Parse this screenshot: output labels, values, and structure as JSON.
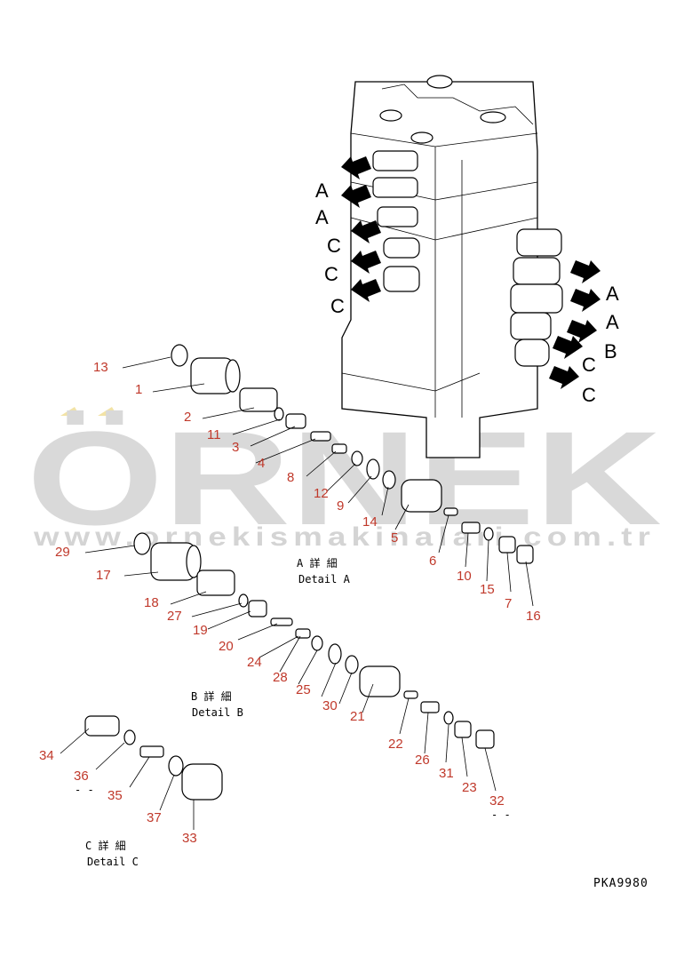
{
  "watermark": {
    "brand": "ÖRNEK",
    "url": "www.ornekismakinalari.com.tr",
    "accent_color": "#f2e3a6"
  },
  "drawing_code": "PKA9980",
  "callouts": [
    "1",
    "2",
    "3",
    "4",
    "5",
    "6",
    "7",
    "8",
    "9",
    "10",
    "11",
    "12",
    "13",
    "14",
    "15",
    "16",
    "17",
    "18",
    "19",
    "20",
    "21",
    "22",
    "23",
    "24",
    "25",
    "26",
    "27",
    "28",
    "29",
    "30",
    "31",
    "32",
    "33",
    "34",
    "35",
    "36",
    "37"
  ],
  "detail_labels": {
    "a": {
      "jp": "A 詳 細",
      "en": "Detail A"
    },
    "b": {
      "jp": "B 詳 細",
      "en": "Detail B"
    },
    "c": {
      "jp": "C 詳 細",
      "en": "Detail C"
    }
  },
  "left_arrow_letters": [
    "A",
    "A",
    "C",
    "C",
    "C"
  ],
  "right_arrow_letters": [
    "A",
    "A",
    "B",
    "C",
    "C"
  ],
  "dash_marks": [
    "- -",
    "- -"
  ],
  "colors": {
    "callout": "#c0392b",
    "watermark": "#d9d9d9",
    "lines": "#000000"
  }
}
